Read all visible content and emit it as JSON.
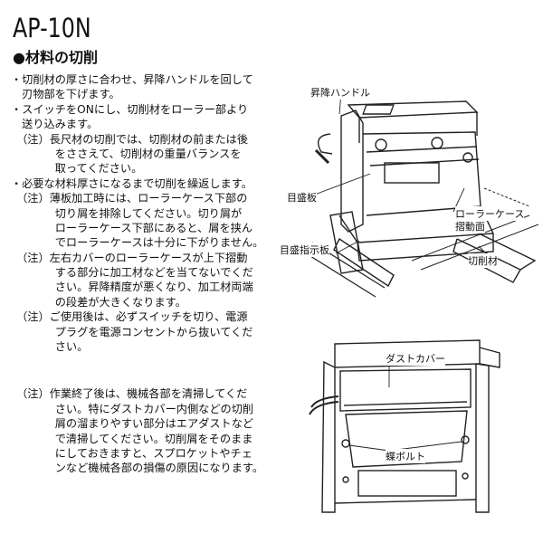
{
  "header": {
    "model": "AP-10N",
    "section": "●材料の切削"
  },
  "body_lines_top": [
    "・切削材の厚さに合わせ、昇降ハンドルを回して",
    "　刃物部を下げます。",
    "・スイッチをONにし、切削材をローラー部より",
    "　送り込みます。",
    "　（注）長尺材の切削では、切削材の前または後",
    "　　　　をささえて、切削材の重量バランスを",
    "　　　　取ってください。",
    "・必要な材料厚さになるまで切削を繰返します。",
    "　（注）薄板加工時には、ローラーケース下部の",
    "　　　　切り屑を排除してください。切り屑が",
    "　　　　ローラーケース下部にあると、屑を挟ん",
    "　　　　でローラーケースは十分に下がりません。",
    "　（注）左右カバーのローラーケースが上下摺動",
    "　　　　する部分に加工材などを当てないでくだ",
    "　　　　さい。昇降精度が悪くなり、加工材両端",
    "　　　　の段差が大きくなります。",
    "　（注）ご使用後は、必ずスイッチを切り、電源",
    "　　　　プラグを電源コンセントから抜いてくだ",
    "　　　　さい。"
  ],
  "body_lines_bottom": [
    "　（注）作業終了後は、機械各部を清掃してくだ",
    "　　　　さい。特にダストカバー内側などの切削",
    "　　　　屑の溜まりやすい部分はエアダストなど",
    "　　　　で清掃してください。切削屑をそのまま",
    "　　　　にしておきますと、スプロケットやチェ",
    "　　　　ンなど機械各部の損傷の原因になります。"
  ],
  "figure_top": {
    "labels": {
      "handle": "昇降ハンドル",
      "scale_plate": "目盛板",
      "roller_case": "ローラーケース",
      "sliding_surface": "摺動面",
      "scale_indicator": "目盛指示板",
      "workpiece": "切削材"
    }
  },
  "figure_bottom": {
    "labels": {
      "dust_cover": "ダストカバー",
      "wing_bolt": "蝶ボルト"
    }
  }
}
